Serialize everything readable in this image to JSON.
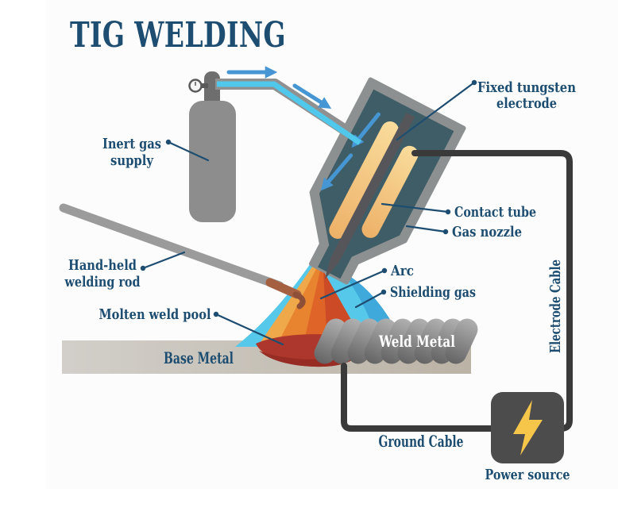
{
  "title": "TIG WELDING",
  "labels": {
    "inert_gas_1": "Inert gas",
    "inert_gas_2": "supply",
    "fixed_tungsten_1": "Fixed tungsten",
    "fixed_tungsten_2": "electrode",
    "contact_tube": "Contact tube",
    "gas_nozzle": "Gas nozzle",
    "arc": "Arc",
    "shielding_gas": "Shielding gas",
    "hand_held_1": "Hand-held",
    "hand_held_2": "welding rod",
    "molten_weld_pool": "Molten weld pool",
    "base_metal": "Base Metal",
    "weld_metal": "Weld Metal",
    "electrode_cable": "Electrode Cable",
    "ground_cable": "Ground Cable",
    "power_source": "Power source"
  },
  "colors": {
    "label_navy": "#1d4d70",
    "cable_dark": "#3a3a3a",
    "arrow_blue": "#4596d3",
    "hose_cyan": "#4fc8ec",
    "torch_teal": "#3f5d66",
    "outline_gray": "#8d9090",
    "cylinder_gray": "#8d8d8d",
    "gas_light": "#56c8ea",
    "gas_dark": "#3fa9dc",
    "arc_light": "#f0a94a",
    "arc_mid": "#e8842f",
    "arc_deep": "#de6527",
    "arc_red": "#cc4a26",
    "pool_red": "#ad372c",
    "bolt_yellow": "#f6c64a",
    "power_box_gray": "#4c4c4c",
    "base_metal_gray": "#c9c4bc",
    "weld_bead_gray": "#8a8a8a",
    "electrode_gray": "#56565a",
    "rod_gray": "#9b9b9b",
    "rod_tip_brown": "#a55f41"
  }
}
